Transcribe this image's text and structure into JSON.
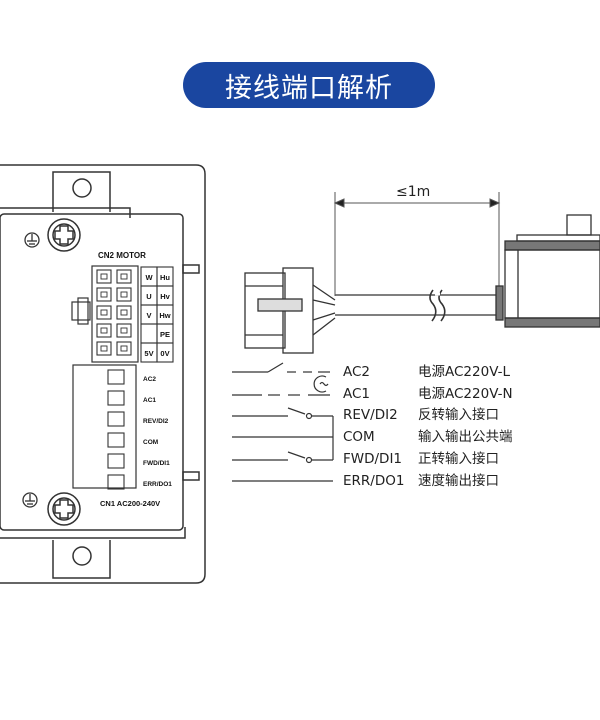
{
  "title": "接线端口解析",
  "controller": {
    "cn2_label": "CN2 MOTOR",
    "cn2_pins": [
      [
        "W",
        "Hu"
      ],
      [
        "U",
        "Hv"
      ],
      [
        "V",
        "Hw"
      ],
      [
        "",
        "PE"
      ],
      [
        "5V",
        "0V"
      ]
    ],
    "cn1_label": "CN1 AC200-240V",
    "cn1_pins": [
      "AC2",
      "AC1",
      "REV/DI2",
      "COM",
      "FWD/DI1",
      "ERR/DO1"
    ]
  },
  "cable": {
    "length_label": "≤1m"
  },
  "terminals": [
    {
      "name": "AC2",
      "desc": "电源AC220V-L"
    },
    {
      "name": "AC1",
      "desc": "电源AC220V-N"
    },
    {
      "name": "REV/DI2",
      "desc": "反转输入接口"
    },
    {
      "name": "COM",
      "desc": "输入输出公共端"
    },
    {
      "name": "FWD/DI1",
      "desc": "正转输入接口"
    },
    {
      "name": "ERR/DO1",
      "desc": "速度输出接口"
    }
  ]
}
